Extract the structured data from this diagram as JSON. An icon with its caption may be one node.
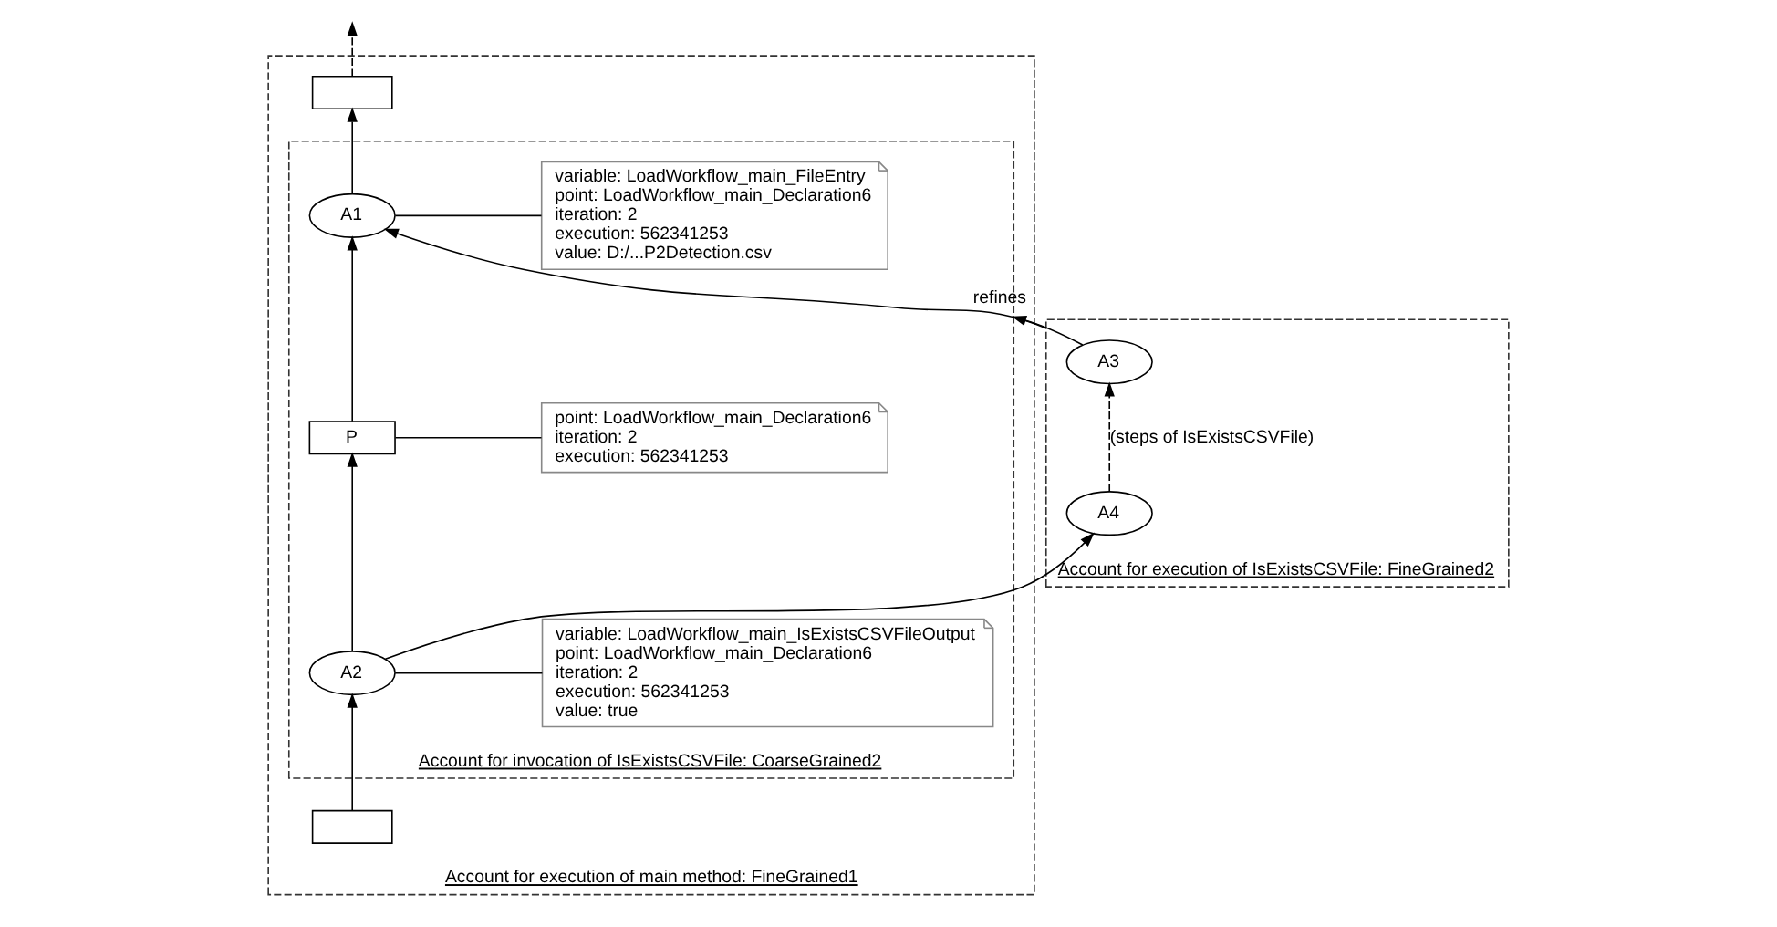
{
  "diagram": {
    "nodes": [
      {
        "text": [
          "Account for execution of main method: FineGrained1"
        ]
      },
      {
        "text": [],
        "shape": "box",
        "in": 0
      },
      {
        "text": [
          "Account for invocation of IsExistsCSVFile: CoarseGrained2"
        ],
        "in": 0
      },
      {
        "text": [
          "A1"
        ],
        "in": 2
      },
      {
        "text": [
          "variable: LoadWorkflow_main_FileEntry",
          "point: LoadWorkflow_main_Declaration6",
          "iteration: 2",
          "execution: 562341253",
          "value: D:/...P2Detection.csv"
        ],
        "in": 2
      },
      {
        "text": [
          "P"
        ],
        "in": 2
      },
      {
        "text": [
          "point: LoadWorkflow_main_Declaration6",
          "iteration: 2",
          "execution: 562341253"
        ],
        "in": 2
      },
      {
        "text": [
          "A2"
        ],
        "in": 2
      },
      {
        "text": [
          "variable: LoadWorkflow_main_IsExistsCSVFileOutput",
          "point: LoadWorkflow_main_Declaration6",
          "iteration: 2",
          "execution: 562341253",
          "value: true"
        ],
        "in": 2
      },
      {
        "text": [],
        "shape": "box",
        "in": 0
      },
      {
        "text": [
          "Account for execution of IsExistsCSVFile: FineGrained2"
        ]
      },
      {
        "text": [
          "A3"
        ],
        "in": 10
      },
      {
        "text": [
          "A4"
        ],
        "in": 10
      }
    ],
    "edges": [
      {
        "from": 9,
        "to": 7,
        "arrow": "to"
      },
      {
        "from": 7,
        "to": 5,
        "arrow": "to"
      },
      {
        "from": 5,
        "to": 3,
        "arrow": "to"
      },
      {
        "from": 3,
        "to": 1,
        "arrow": "to"
      },
      {
        "from": 1,
        "to": null,
        "arrow": "to",
        "style": "dashed"
      },
      {
        "from": 3,
        "to": 4,
        "arrow": "none"
      },
      {
        "from": 5,
        "to": 6,
        "arrow": "none"
      },
      {
        "from": 7,
        "to": 8,
        "arrow": "none"
      },
      {
        "from": 11,
        "to": 3,
        "arrow": "to"
      },
      {
        "from": 7,
        "to": 12,
        "arrow": "to"
      },
      {
        "from": 12,
        "to": 11,
        "arrow": "to",
        "style": "dashed",
        "label": "(steps of IsExistsCSVFile)"
      },
      {
        "from": 10,
        "to": 2,
        "arrow": "to",
        "label": "refines"
      }
    ]
  }
}
